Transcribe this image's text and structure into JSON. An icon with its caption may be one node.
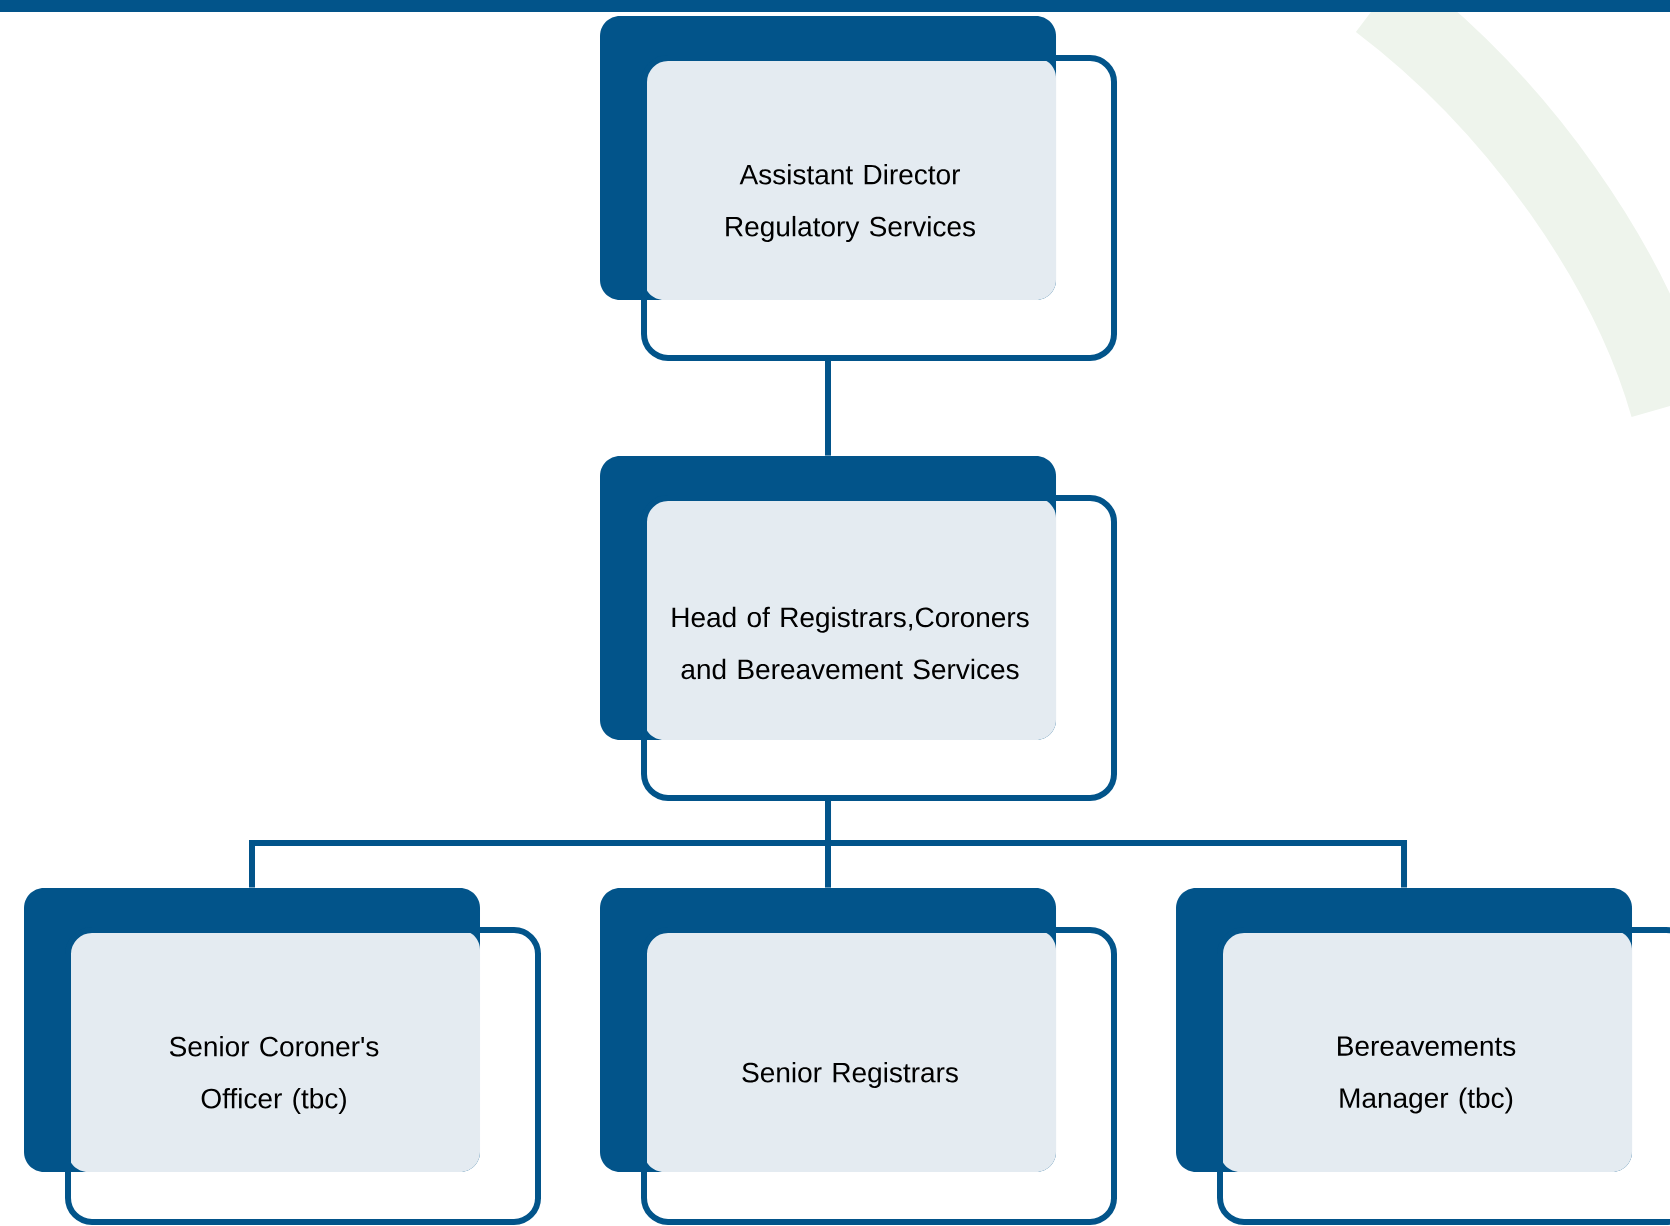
{
  "diagram": {
    "nodes": [
      {
        "text": [
          "Assistant Director Regulatory Services"
        ]
      },
      {
        "text": [
          "Head of Registrars,Coroners and Bereavement Services"
        ]
      },
      {
        "text": [
          "Senior Coroner's Officer (tbc)"
        ]
      },
      {
        "text": [
          "Senior Registrars"
        ]
      },
      {
        "text": [
          "Bereavements Manager (tbc)"
        ]
      }
    ],
    "edges": [
      {
        "from": 0,
        "to": 1,
        "arrow": "none"
      },
      {
        "from": 1,
        "to": 2,
        "arrow": "none"
      },
      {
        "from": 1,
        "to": 3,
        "arrow": "none"
      },
      {
        "from": 1,
        "to": 4,
        "arrow": "none"
      }
    ]
  }
}
